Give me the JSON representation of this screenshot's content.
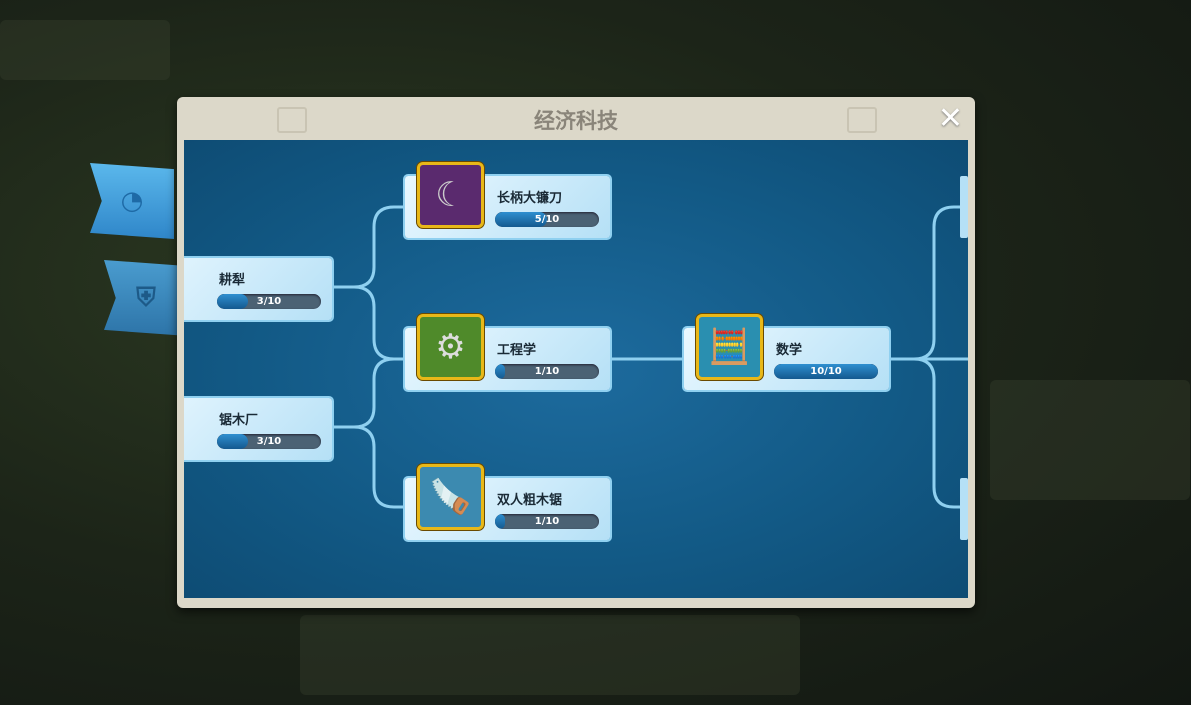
{
  "window": {
    "title": "经济科技",
    "close_icon": "close-icon"
  },
  "side_tabs": [
    {
      "name": "economy",
      "icon": "coin-clock-icon",
      "active": true
    },
    {
      "name": "military",
      "icon": "sword-shield-icon",
      "active": false
    }
  ],
  "techs": [
    {
      "id": "plow",
      "name": "耕犁",
      "level": "3/10",
      "progress": 0.3,
      "icon": "plow-icon"
    },
    {
      "id": "sawmill",
      "name": "锯木厂",
      "level": "3/10",
      "progress": 0.3,
      "icon": "sawmill-icon"
    },
    {
      "id": "scythe",
      "name": "长柄大镰刀",
      "level": "5/10",
      "progress": 0.5,
      "icon": "scythe-icon"
    },
    {
      "id": "engineering",
      "name": "工程学",
      "level": "1/10",
      "progress": 0.1,
      "icon": "gears-icon"
    },
    {
      "id": "two_man_saw",
      "name": "双人粗木锯",
      "level": "1/10",
      "progress": 0.1,
      "icon": "saw-icon"
    },
    {
      "id": "math",
      "name": "数学",
      "level": "10/10",
      "progress": 1.0,
      "icon": "abacus-icon"
    }
  ],
  "colors": {
    "accent": "#1d6b9e",
    "frame": "#e8b818",
    "line": "#8fd0f0"
  }
}
